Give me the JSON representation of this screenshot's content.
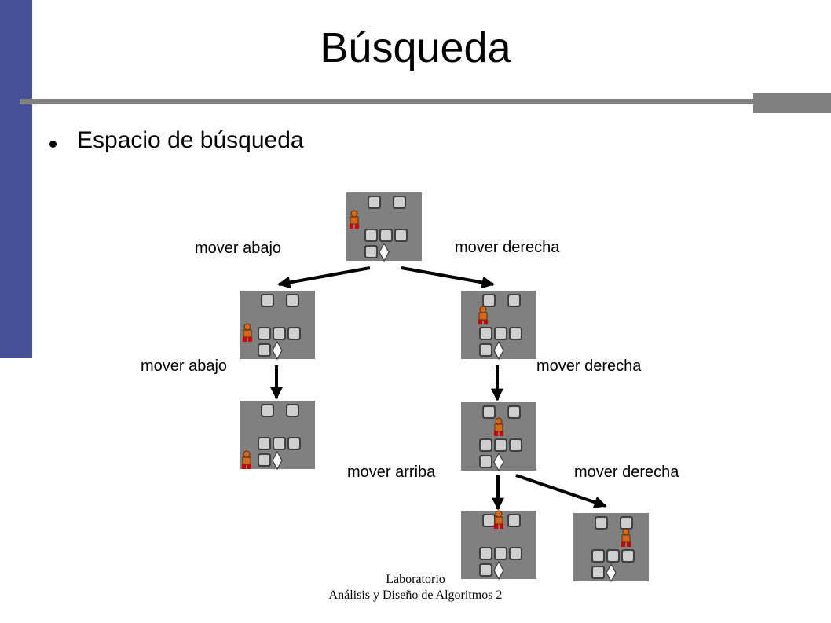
{
  "slide": {
    "title": "Búsqueda",
    "bullet": "Espacio de búsqueda"
  },
  "diagram": {
    "labels": {
      "root_left": "mover abajo",
      "root_right": "mover derecha",
      "left_child": "mover abajo",
      "right_child": "mover derecha",
      "bottom_left": "mover arriba",
      "bottom_right": "mover derecha"
    },
    "colors": {
      "board": "#808080",
      "block": "#cfcfcf",
      "character": "#d2691e",
      "diamond": "#ffffff",
      "accent_bar": "#45529a"
    },
    "icons": {
      "block": "stone-block-icon",
      "player": "player-character-icon",
      "goal": "diamond-icon"
    }
  },
  "footer": {
    "line1": "Laboratorio",
    "line2": "Análisis y Diseño de Algoritmos 2"
  }
}
